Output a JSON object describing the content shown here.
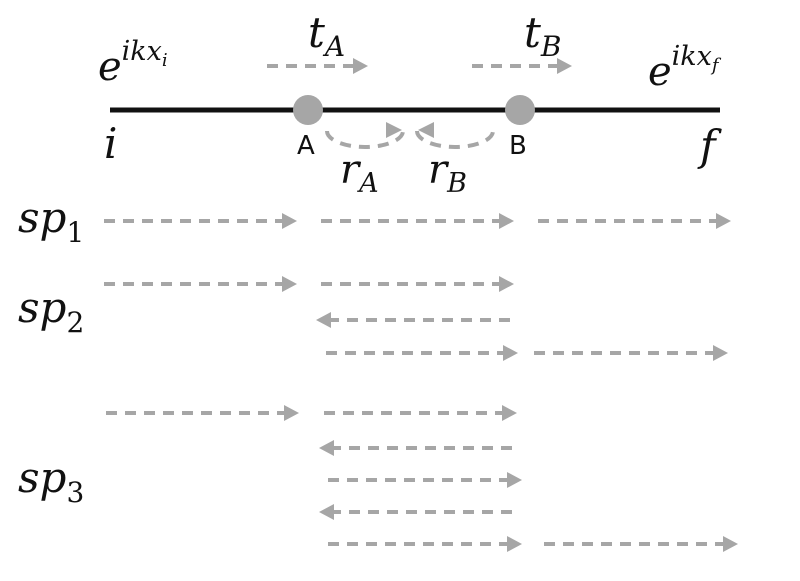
{
  "labels": {
    "wave_in_base": "e",
    "wave_in_exp": "ikx",
    "wave_in_sub": "i",
    "wave_out_base": "e",
    "wave_out_exp": "ikx",
    "wave_out_sub": "f",
    "t_a_main": "t",
    "t_a_sub": "A",
    "t_b_main": "t",
    "t_b_sub": "B",
    "r_a_main": "r",
    "r_a_sub": "A",
    "r_b_main": "r",
    "r_b_sub": "B",
    "point_i": "i",
    "point_f": "f",
    "node_a": "A",
    "node_b": "B",
    "sp1_main": "sp",
    "sp1_sub": "1",
    "sp2_main": "sp",
    "sp2_sub": "2",
    "sp3_main": "sp",
    "sp3_sub": "3"
  },
  "colors": {
    "line": "#111111",
    "node": "#a6a6a6",
    "arrow": "#a6a6a6"
  }
}
